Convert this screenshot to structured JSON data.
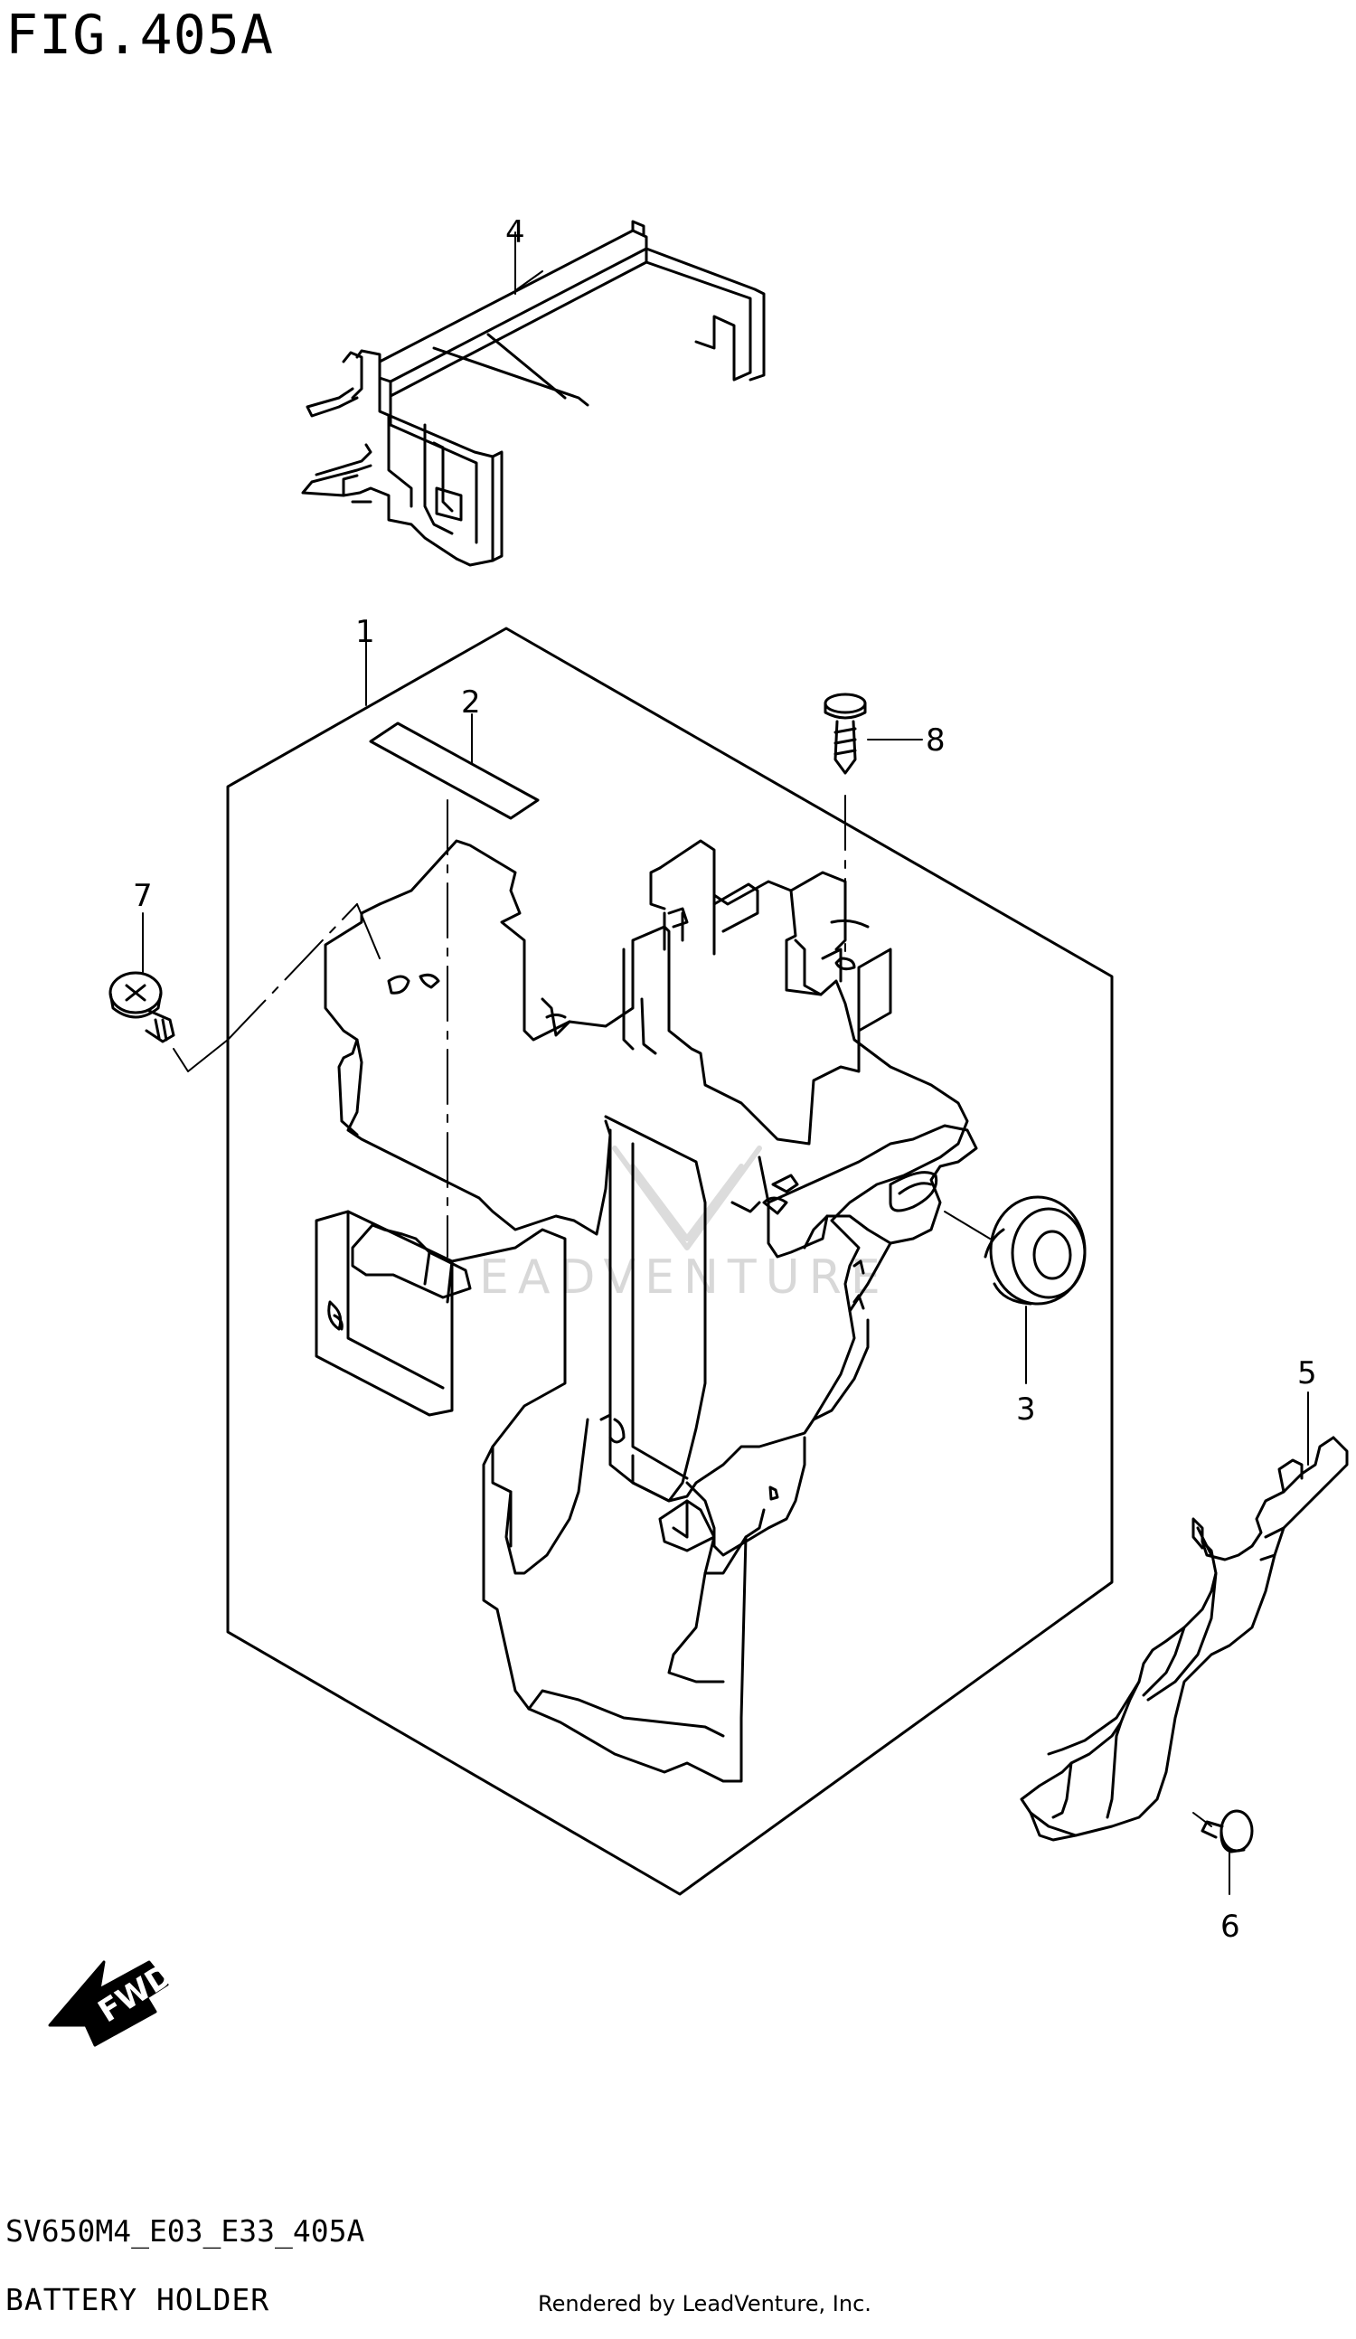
{
  "figure": {
    "title": "FIG.405A",
    "diagram_code": "SV650M4_E03_E33_405A",
    "diagram_name": "BATTERY HOLDER",
    "credit": "Rendered by LeadVenture, Inc.",
    "fwd_label": "FWD",
    "watermark": "EADVENTURE"
  },
  "callouts": [
    {
      "id": "1",
      "label": "1"
    },
    {
      "id": "2",
      "label": "2"
    },
    {
      "id": "3",
      "label": "3"
    },
    {
      "id": "4",
      "label": "4"
    },
    {
      "id": "5",
      "label": "5"
    },
    {
      "id": "6",
      "label": "6"
    },
    {
      "id": "7",
      "label": "7"
    },
    {
      "id": "8",
      "label": "8"
    }
  ]
}
